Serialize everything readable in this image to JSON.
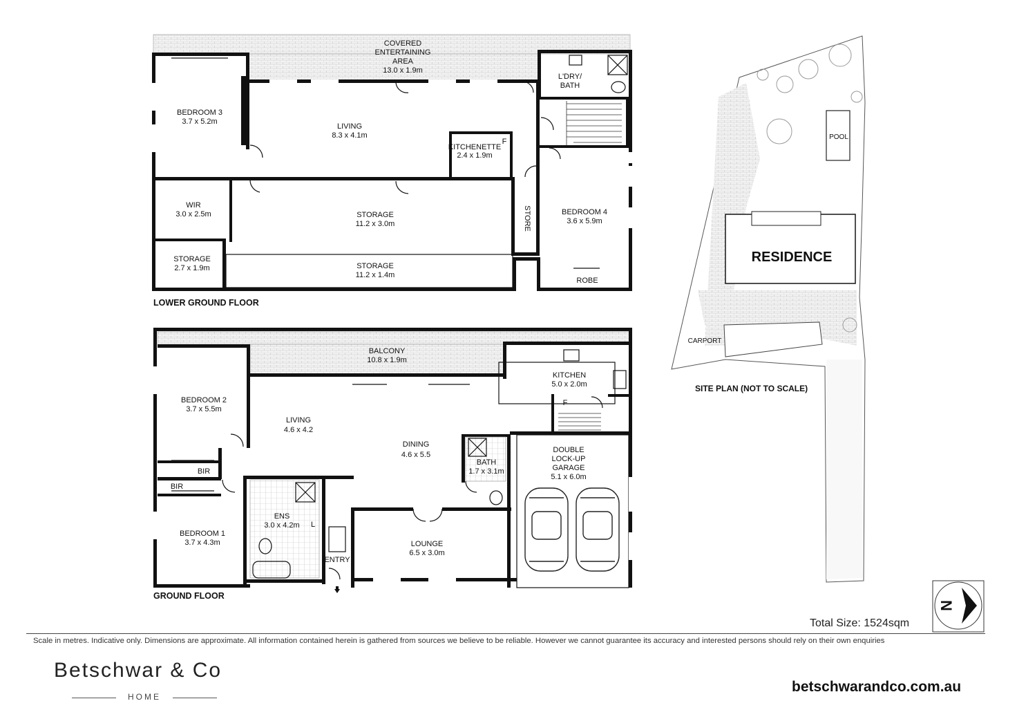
{
  "lower_ground": {
    "floor_label": "LOWER GROUND FLOOR",
    "rooms": {
      "covered_1": "COVERED",
      "covered_2": "ENTERTAINING",
      "covered_3": "AREA",
      "covered_dim": "13.0 x 1.9m",
      "ldry_1": "L'DRY/",
      "ldry_2": "BATH",
      "bed3": "BEDROOM 3",
      "bed3_dim": "3.7 x 5.2m",
      "living": "LIVING",
      "living_dim": "8.3 x 4.1m",
      "kitchenette": "KITCHENETTE",
      "kitchenette_dim": "2.4 x 1.9m",
      "fridge": "F",
      "wir": "WIR",
      "wir_dim": "3.0 x 2.5m",
      "storage_big": "STORAGE",
      "storage_big_dim": "11.2 x 3.0m",
      "store": "STORE",
      "bed4": "BEDROOM 4",
      "bed4_dim": "3.6 x 5.9m",
      "storage_small": "STORAGE",
      "storage_small_dim": "2.7 x 1.9m",
      "storage_long": "STORAGE",
      "storage_long_dim": "11.2 x 1.4m",
      "robe": "ROBE"
    }
  },
  "ground": {
    "floor_label": "GROUND FLOOR",
    "rooms": {
      "balcony": "BALCONY",
      "balcony_dim": "10.8 x 1.9m",
      "kitchen": "KITCHEN",
      "kitchen_dim": "5.0 x 2.0m",
      "fridge": "F",
      "bed2": "BEDROOM 2",
      "bed2_dim": "3.7 x 5.5m",
      "living": "LIVING",
      "living_dim": "4.6 x 4.2",
      "dining": "DINING",
      "dining_dim": "4.6 x 5.5",
      "bir_1": "BIR",
      "bir_2": "BIR",
      "bath": "BATH",
      "bath_dim": "1.7 x 3.1m",
      "garage_1": "DOUBLE",
      "garage_2": "LOCK-UP",
      "garage_3": "GARAGE",
      "garage_dim": "5.1 x 6.0m",
      "ens": "ENS",
      "ens_dim": "3.0 x 4.2m",
      "linen": "L",
      "bed1": "BEDROOM 1",
      "bed1_dim": "3.7 x 4.3m",
      "lounge": "LOUNGE",
      "lounge_dim": "6.5 x 3.0m",
      "entry": "ENTRY"
    }
  },
  "site_plan": {
    "title": "SITE PLAN (NOT TO SCALE)",
    "residence": "RESIDENCE",
    "pool": "POOL",
    "carport": "CARPORT"
  },
  "total_size": "Total Size:  1524sqm",
  "disclaimer": "Scale in metres. Indicative only. Dimensions are approximate. All information contained herein is gathered from sources we believe to be reliable. However we cannot guarantee its accuracy and interested persons should rely on their own enquiries",
  "brand": {
    "name": "Betschwar & Co",
    "sub": "HOME",
    "website": "betschwarandco.com.au"
  },
  "compass": {
    "letter": "N",
    "icon": "north-arrow-icon"
  }
}
